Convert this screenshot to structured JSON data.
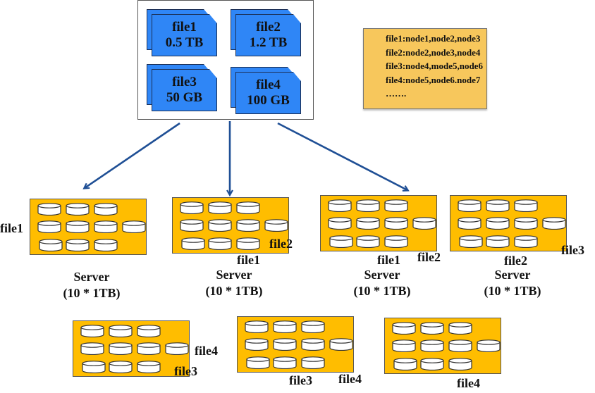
{
  "files": [
    {
      "name": "file1",
      "size": "0.5 TB"
    },
    {
      "name": "file2",
      "size": "1.2 TB"
    },
    {
      "name": "file3",
      "size": "50 GB"
    },
    {
      "name": "file4",
      "size": "100 GB"
    }
  ],
  "mapping": {
    "lines": [
      "file1:node1,node2,node3",
      "file2:node2,node3,node4",
      "file3:node4,mode5,node6",
      "file4:node5,node6.node7",
      "……."
    ]
  },
  "colors": {
    "file_blue": "#2f86f6",
    "server_orange": "#ffbd00",
    "mapping_bg": "#f7c75c",
    "arrow_blue": "#1f4f95"
  },
  "servers": [
    {
      "caption_line1": "Server",
      "caption_line2": "(10 * 1TB)",
      "labels": [
        "file1"
      ]
    },
    {
      "caption_line1": "Server",
      "caption_line2": "(10 * 1TB)",
      "labels": [
        "file2",
        "file1"
      ]
    },
    {
      "caption_line1": "Server",
      "caption_line2": "(10 * 1TB)",
      "labels": [
        "file1",
        "file2"
      ]
    },
    {
      "caption_line1": "Server",
      "caption_line2": "(10 * 1TB)",
      "labels": [
        "file3",
        "file2"
      ]
    },
    {
      "labels": [
        "file4",
        "file3"
      ]
    },
    {
      "labels": [
        "file3",
        "file4"
      ]
    },
    {
      "labels": [
        "file4"
      ]
    }
  ]
}
